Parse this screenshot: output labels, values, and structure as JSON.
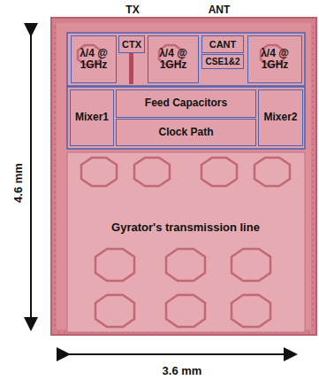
{
  "diagram": {
    "nodes": [
      {
        "text": [
          "λ/4 @ 1GHz"
        ]
      },
      {
        "text": [
          "CTX"
        ]
      },
      {
        "text": [
          "λ/4 @ 1GHz"
        ]
      },
      {
        "text": [
          "CANT"
        ]
      },
      {
        "text": [
          "CSE1&2"
        ]
      },
      {
        "text": [
          "λ/4 @ 1GHz"
        ]
      },
      {
        "text": [
          "Mixer1"
        ]
      },
      {
        "text": [
          "Feed Capacitors"
        ]
      },
      {
        "text": [
          "Clock Path"
        ]
      },
      {
        "text": [
          "Mixer2"
        ]
      },
      {
        "text": [
          "Gyrator's transmission line"
        ]
      }
    ],
    "labels": [
      "TX",
      "ANT",
      "4.6 mm",
      "3.6 mm"
    ]
  }
}
